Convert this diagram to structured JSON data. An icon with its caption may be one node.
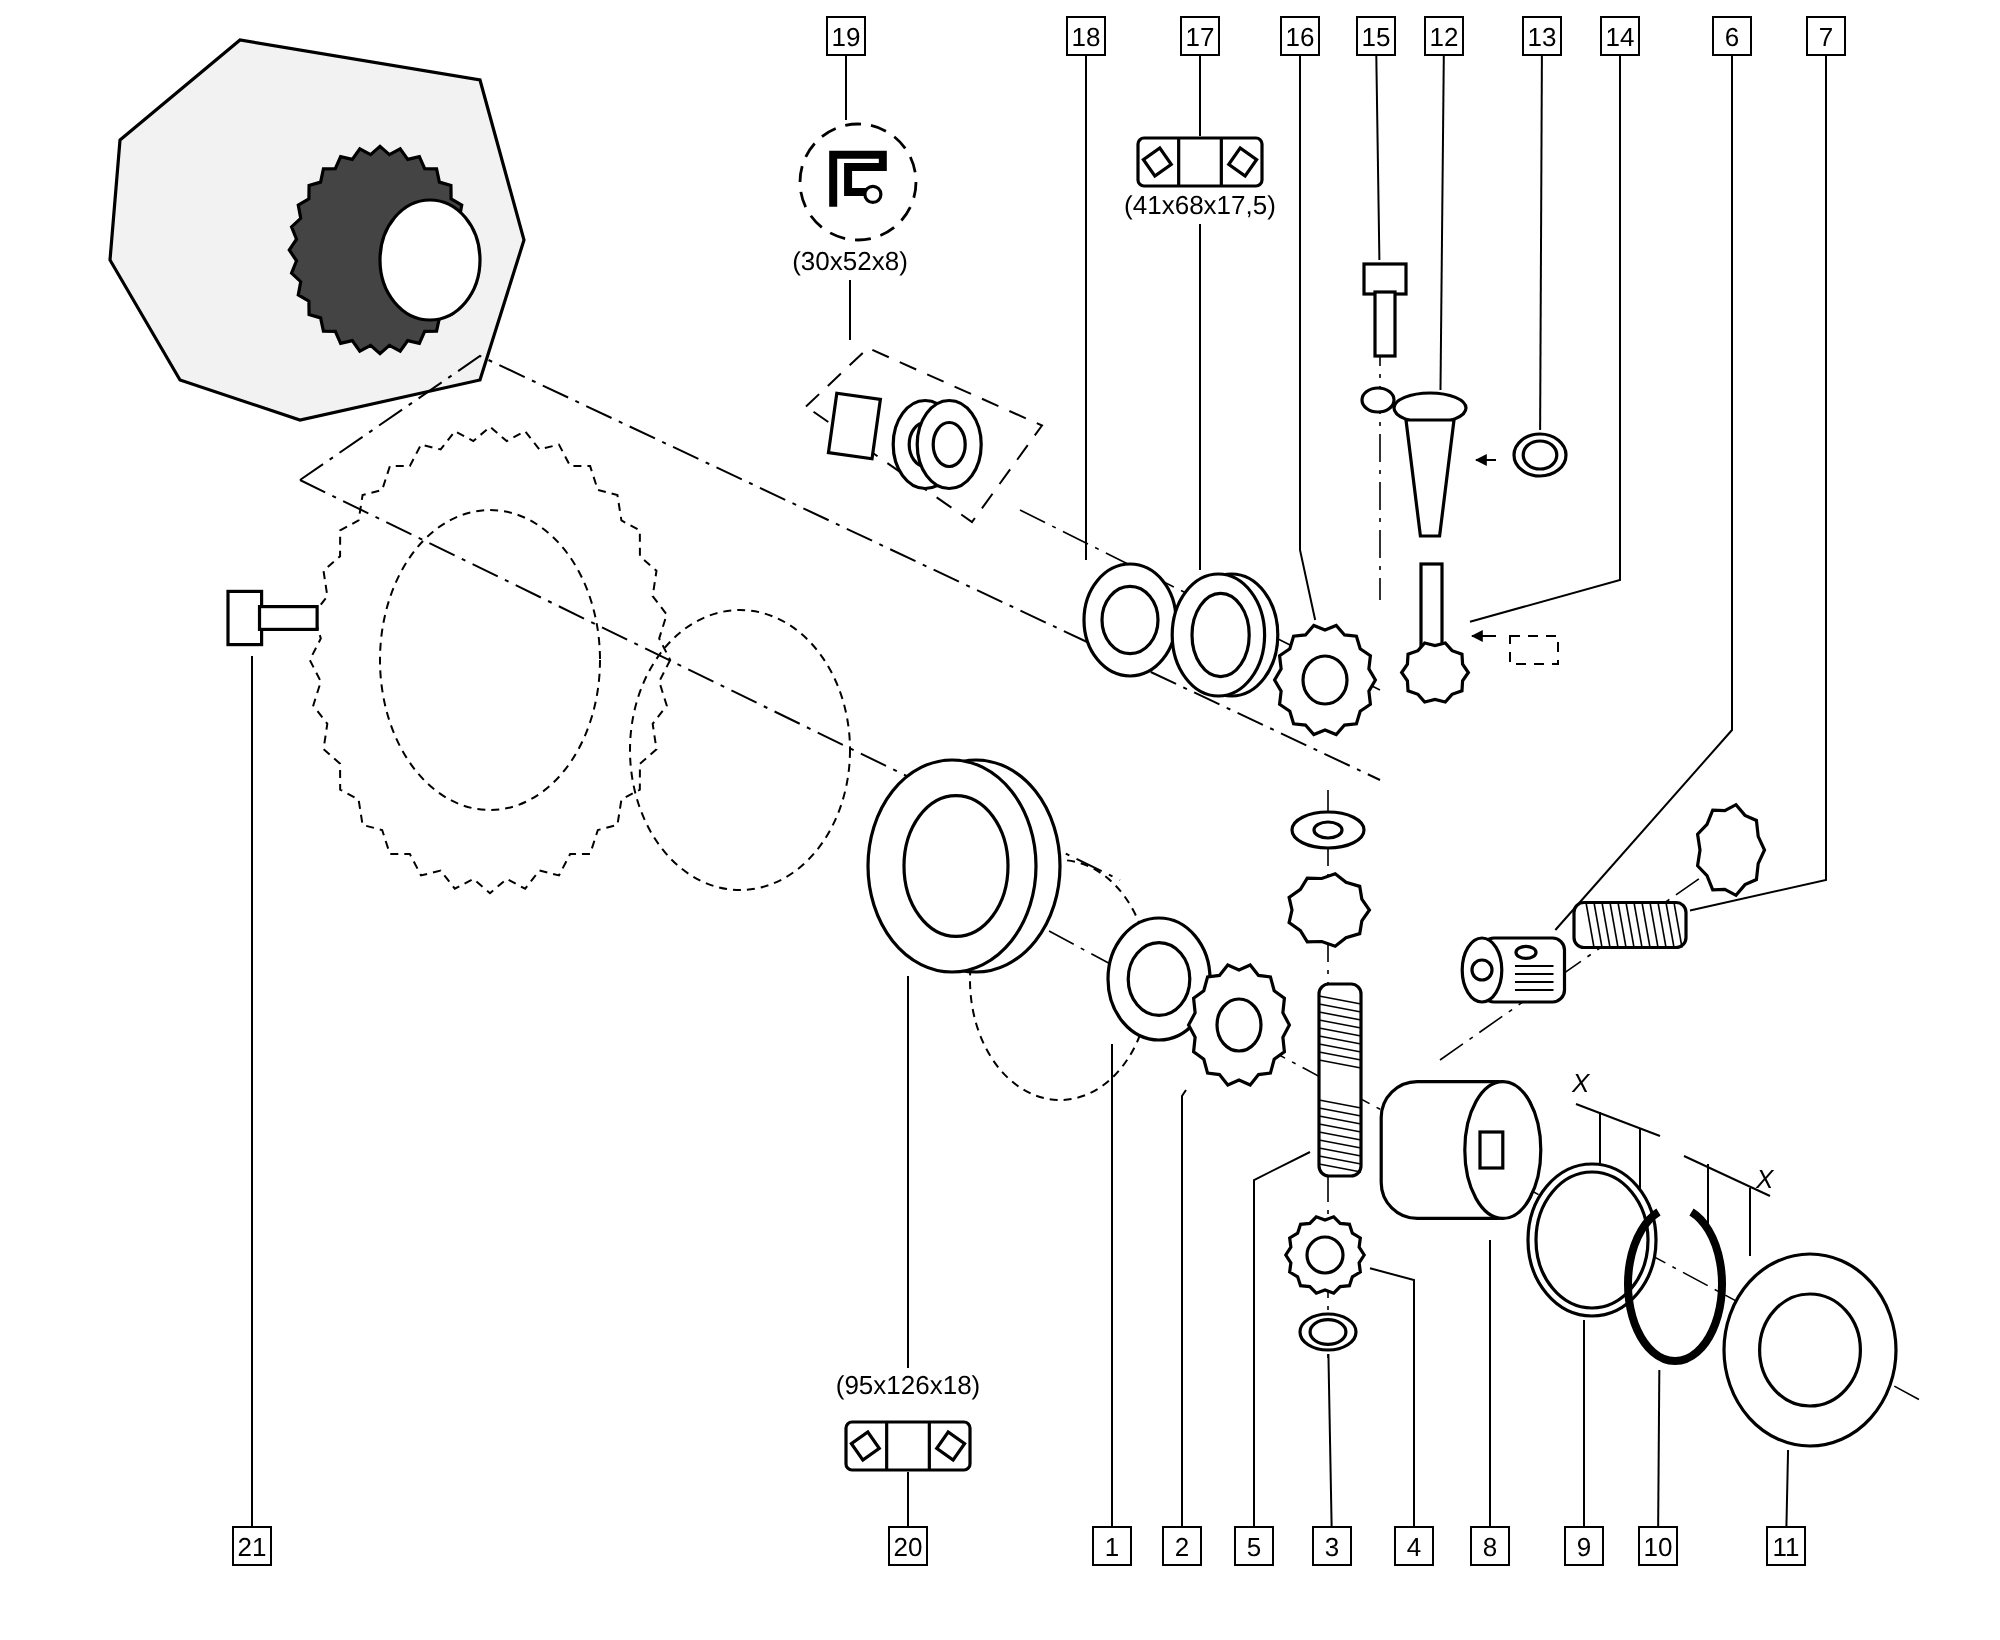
{
  "diagram": {
    "nodes": [
      {
        "text": [
          "1"
        ]
      },
      {
        "text": [
          "2"
        ]
      },
      {
        "text": [
          "3"
        ]
      },
      {
        "text": [
          "4"
        ]
      },
      {
        "text": [
          "5"
        ]
      },
      {
        "text": [
          "6"
        ]
      },
      {
        "text": [
          "7"
        ]
      },
      {
        "text": [
          "8"
        ]
      },
      {
        "text": [
          "9"
        ]
      },
      {
        "text": [
          "10"
        ]
      },
      {
        "text": [
          "11"
        ]
      },
      {
        "text": [
          "12"
        ]
      },
      {
        "text": [
          "13"
        ]
      },
      {
        "text": [
          "14"
        ]
      },
      {
        "text": [
          "15"
        ]
      },
      {
        "text": [
          "16"
        ]
      },
      {
        "text": [
          "17"
        ]
      },
      {
        "text": [
          "18"
        ]
      },
      {
        "text": [
          "19"
        ]
      },
      {
        "text": [
          "20"
        ]
      },
      {
        "text": [
          "21"
        ]
      },
      {
        "text": [
          "(30x52x8)"
        ]
      },
      {
        "text": [
          "(41x68x17,5)"
        ]
      },
      {
        "text": [
          "(95x126x18)"
        ]
      },
      {
        "text": [],
        "shape": "picture"
      },
      {
        "text": [],
        "shape": "picture"
      },
      {
        "text": [],
        "shape": "picture"
      },
      {
        "text": [],
        "shape": "picture"
      },
      {
        "text": [],
        "shape": "picture"
      },
      {
        "text": [],
        "shape": "picture"
      },
      {
        "text": [],
        "shape": "picture"
      },
      {
        "text": [],
        "shape": "picture"
      },
      {
        "text": [],
        "shape": "picture"
      },
      {
        "text": [],
        "shape": "picture"
      },
      {
        "text": [],
        "shape": "picture"
      },
      {
        "text": [],
        "shape": "picture"
      },
      {
        "text": [],
        "shape": "picture"
      },
      {
        "text": [],
        "shape": "picture"
      },
      {
        "text": [],
        "shape": "picture"
      },
      {
        "text": [],
        "shape": "picture"
      },
      {
        "text": [],
        "shape": "picture"
      },
      {
        "text": [],
        "shape": "picture"
      },
      {
        "text": [],
        "shape": "picture"
      },
      {
        "text": [],
        "shape": "picture"
      },
      {
        "text": [],
        "shape": "picture"
      },
      {
        "text": [],
        "shape": "picture"
      },
      {
        "text": [],
        "shape": "picture"
      },
      {
        "text": [],
        "shape": "picture"
      }
    ],
    "edges": [
      {
        "from": 0,
        "to": 37,
        "arrow": "none"
      },
      {
        "from": 1,
        "to": 38,
        "arrow": "none"
      },
      {
        "from": 2,
        "to": 40,
        "arrow": "none"
      },
      {
        "from": 3,
        "to": 41,
        "arrow": "none"
      },
      {
        "from": 4,
        "to": 39,
        "arrow": "none"
      },
      {
        "from": 5,
        "to": 35,
        "arrow": "none"
      },
      {
        "from": 6,
        "to": 36,
        "arrow": "none"
      },
      {
        "from": 7,
        "to": 42,
        "arrow": "none"
      },
      {
        "from": 8,
        "to": 43,
        "arrow": "none"
      },
      {
        "from": 9,
        "to": 44,
        "arrow": "none"
      },
      {
        "from": 10,
        "to": 45,
        "arrow": "none"
      },
      {
        "from": 11,
        "to": 32,
        "arrow": "none"
      },
      {
        "from": 12,
        "to": 33,
        "arrow": "none"
      },
      {
        "from": 13,
        "to": 34,
        "arrow": "none"
      },
      {
        "from": 14,
        "to": 31,
        "arrow": "none"
      },
      {
        "from": 15,
        "to": 30,
        "arrow": "none"
      },
      {
        "from": 16,
        "to": 25,
        "arrow": "none"
      },
      {
        "from": 17,
        "to": 28,
        "arrow": "none"
      },
      {
        "from": 18,
        "to": 24,
        "arrow": "none"
      },
      {
        "from": 19,
        "to": 26,
        "arrow": "none"
      },
      {
        "from": 20,
        "to": 47,
        "arrow": "none"
      },
      {
        "from": 21,
        "to": 27,
        "arrow": "none"
      },
      {
        "from": 22,
        "to": 29,
        "arrow": "none"
      },
      {
        "from": 23,
        "to": 46,
        "arrow": "none"
      }
    ],
    "labels": [
      "X",
      "X"
    ]
  }
}
